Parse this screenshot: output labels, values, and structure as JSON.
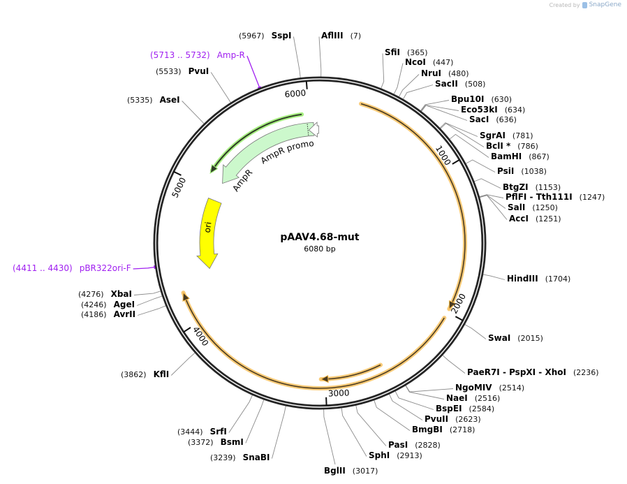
{
  "credit": {
    "prefix": "Created by",
    "brand": "SnapGene"
  },
  "plasmid": {
    "name": "pAAV4.68-mut",
    "length_label": "6080 bp",
    "length_bp": 6080
  },
  "ticks": [
    "1000",
    "2000",
    "3000",
    "4000",
    "5000",
    "6000"
  ],
  "features": [
    {
      "name": "AmpR promoter",
      "color": "#ffffff"
    },
    {
      "name": "AmpR",
      "color": "#ccf8cc"
    },
    {
      "name": "ori",
      "color": "#ffff00"
    }
  ],
  "orf_color": "#f5b84a",
  "primer_color": "#a020f0",
  "primers": [
    {
      "name": "Amp-R",
      "range": "(5713 .. 5732)"
    },
    {
      "name": "pBR322ori-F",
      "range": "(4411 .. 4430)"
    }
  ],
  "sites": [
    {
      "name": "AflIII",
      "pos": "(7)"
    },
    {
      "name": "SfiI",
      "pos": "(365)"
    },
    {
      "name": "NcoI",
      "pos": "(447)"
    },
    {
      "name": "NruI",
      "pos": "(480)"
    },
    {
      "name": "SacII",
      "pos": "(508)"
    },
    {
      "name": "Bpu10I",
      "pos": "(630)"
    },
    {
      "name": "Eco53kI",
      "pos": "(634)"
    },
    {
      "name": "SacI",
      "pos": "(636)"
    },
    {
      "name": "SgrAI",
      "pos": "(781)"
    },
    {
      "name": "BclI *",
      "pos": "(786)"
    },
    {
      "name": "BamHI",
      "pos": "(867)"
    },
    {
      "name": "PsiI",
      "pos": "(1038)"
    },
    {
      "name": "BtgZI",
      "pos": "(1153)"
    },
    {
      "name": "PflFI  - Tth111I",
      "pos": "(1247)"
    },
    {
      "name": "SalI",
      "pos": "(1250)"
    },
    {
      "name": "AccI",
      "pos": "(1251)"
    },
    {
      "name": "HindIII",
      "pos": "(1704)"
    },
    {
      "name": "SwaI",
      "pos": "(2015)"
    },
    {
      "name": "PaeR7I  - PspXI  - XhoI",
      "pos": "(2236)"
    },
    {
      "name": "NgoMIV",
      "pos": "(2514)"
    },
    {
      "name": "NaeI",
      "pos": "(2516)"
    },
    {
      "name": "BspEI",
      "pos": "(2584)"
    },
    {
      "name": "PvuII",
      "pos": "(2623)"
    },
    {
      "name": "BmgBI",
      "pos": "(2718)"
    },
    {
      "name": "PasI",
      "pos": "(2828)"
    },
    {
      "name": "SphI",
      "pos": "(2913)"
    },
    {
      "name": "BglII",
      "pos": "(3017)"
    },
    {
      "name": "SnaBI",
      "pos": "(3239)"
    },
    {
      "name": "BsmI",
      "pos": "(3372)"
    },
    {
      "name": "SrfI",
      "pos": "(3444)"
    },
    {
      "name": "KflI",
      "pos": "(3862)"
    },
    {
      "name": "AvrII",
      "pos": "(4186)"
    },
    {
      "name": "AgeI",
      "pos": "(4246)"
    },
    {
      "name": "XbaI",
      "pos": "(4276)"
    },
    {
      "name": "AseI",
      "pos": "(5335)"
    },
    {
      "name": "PvuI",
      "pos": "(5533)"
    },
    {
      "name": "SspI",
      "pos": "(5967)"
    }
  ]
}
